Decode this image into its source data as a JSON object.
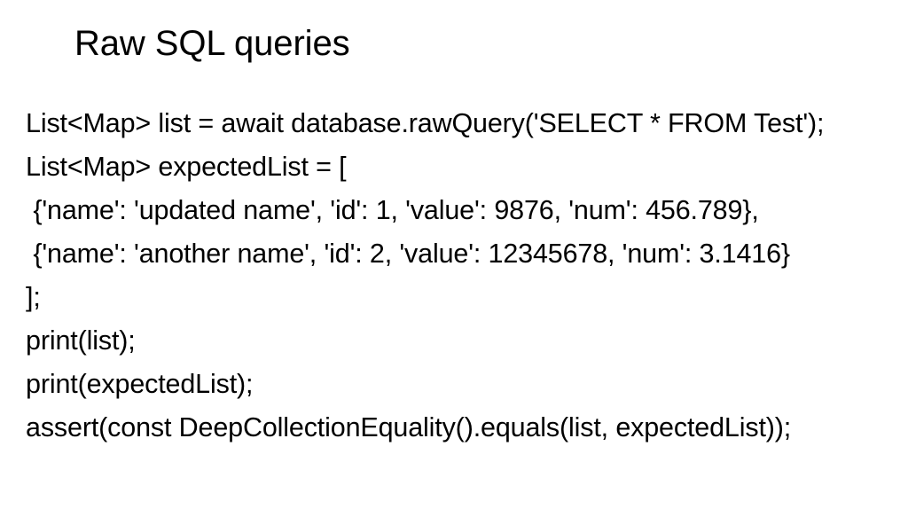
{
  "slide": {
    "title": "Raw SQL queries",
    "background_color": "#FFFFFF",
    "text_color": "#000000",
    "body_lines": [
      {
        "text": "List<Map> list = await database.rawQuery('SELECT * FROM Test');"
      },
      {
        "text": "List<Map> expectedList = ["
      },
      {
        "text": " {'name': 'updated name', 'id': 1, 'value': 9876, 'num': 456.789},"
      },
      {
        "text": " {'name': 'another name', 'id': 2, 'value': 12345678, 'num': 3.1416}"
      },
      {
        "text": "];"
      },
      {
        "text": "print(list);"
      },
      {
        "text": "print(expectedList);"
      },
      {
        "text": "assert(const DeepCollectionEquality().equals(list, expectedList));"
      }
    ]
  }
}
